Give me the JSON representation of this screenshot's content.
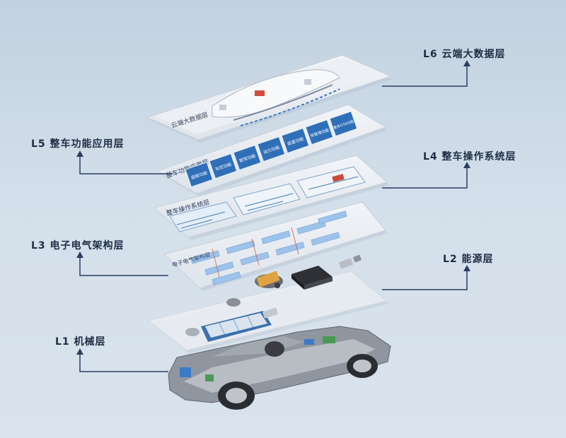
{
  "layers": {
    "l6": {
      "label": "L6 云端大数据层",
      "panel_title": "云端大数据层"
    },
    "l5": {
      "label": "L5 整车功能应用层",
      "panel_title": "整车功能应用层",
      "tiles": [
        "座舱功能",
        "车控功能",
        "智驾功能",
        "动力功能",
        "底盘功能",
        "热管理功能",
        "整车OTA功能"
      ]
    },
    "l4": {
      "label": "L4 整车操作系统层",
      "panel_title": "整车操作系统层"
    },
    "l3": {
      "label": "L3 电子电气架构层",
      "panel_title": "电子电气架构层"
    },
    "l2": {
      "label": "L2 能源层"
    },
    "l1": {
      "label": "L1 机械层"
    }
  },
  "colors": {
    "background": "#c9d7e5",
    "connector": "#2b3e63",
    "tile": "#2f6fb8",
    "panel": "#e6e9ee",
    "label_text": "#1f2d44"
  }
}
